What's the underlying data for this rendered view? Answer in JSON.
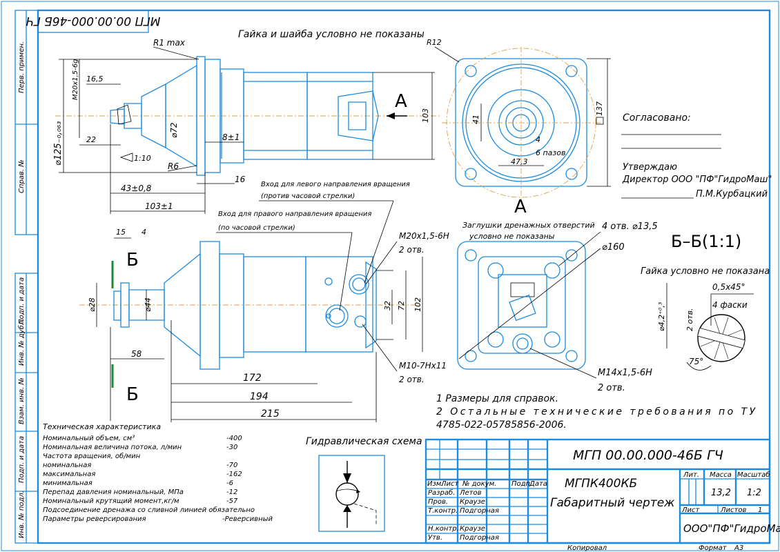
{
  "frame": {
    "doc_code_rotated": "МГП 00.00.000-46Б ГЧ",
    "side_labels": [
      "Перв. примен.",
      "Справ. №",
      "Подп. и дата",
      "Инв. № дубл.",
      "Взам. инв. №",
      "Подп. и дата",
      "Инв. № подл."
    ]
  },
  "notes": {
    "nut_washer": "Гайка и шайба условно не показаны",
    "nut_only": "Гайка условно не показана",
    "plugs_line1": "Заглушки дренажных отверстий",
    "plugs_line2": "условно не показаны",
    "left_inlet_line1": "Вход для левого направления вращения",
    "left_inlet_line2": "(против часовой стрелки)",
    "right_inlet_line1": "Вход для правого направления вращения",
    "right_inlet_line2": "(по часовой стрелки)",
    "agreed": "Согласовано:",
    "approve": "Утверждаю",
    "director": "Директор ООО \"ПФ\"ГидроМаш\"",
    "signer": "П.М.Курбацкий",
    "req1": "1 Размеры для справок.",
    "req2": "2 Остальные технические требования по ТУ",
    "req3": "4785-022-05785856-2006."
  },
  "view_labels": {
    "a1": "А",
    "a2": "А",
    "b1": "Б",
    "b2": "Б",
    "section": "Б–Б(1:1)"
  },
  "dims": {
    "r1": "R1 max",
    "m20": "M20x1,5-6g",
    "d165": "16,5",
    "d125": "⌀125₋₀,₀₆₃",
    "d22": "22",
    "taper": "1:10",
    "d72": "⌀72",
    "r6": "R6",
    "d8": "8±1",
    "d16": "16",
    "d43": "43±0,8",
    "d103": "103±1",
    "d103v": "103",
    "r12": "R12",
    "d137": "137",
    "d41": "41",
    "d4": "4",
    "pazov": "6 пазов",
    "d473": "47,3",
    "d15": "15",
    "d4b": "4",
    "d28": "⌀28",
    "d44": "⌀44",
    "d58": "58",
    "m20h": "M20x1,5-6H",
    "otv2a": "2 отв.",
    "d32": "32",
    "d72v": "72",
    "d102": "102",
    "m10": "M10-7Hx11",
    "otv2b": "2 отв.",
    "d172": "172",
    "d194": "194",
    "d215": "215",
    "otv4": "4 отв. ⌀13,5",
    "d160": "⌀160",
    "m14": "M14x1,5-6H",
    "otv2c": "2 отв.",
    "d42": "⌀4,2⁺⁰,³",
    "otv2d": "2 отв.",
    "ch": "0,5x45°",
    "fac": "4 фаски",
    "a75": "75°"
  },
  "spec": {
    "title": "Техническая характеристика",
    "rows": [
      {
        "label": "Номинальный объем, см³",
        "value": "-400"
      },
      {
        "label": "Номинальная величина потока, л/мин",
        "value": "-30"
      },
      {
        "label": "Частота вращения, об/мин",
        "value": ""
      },
      {
        "label": "номинальная",
        "value": "-70"
      },
      {
        "label": "максимальная",
        "value": "-162"
      },
      {
        "label": "минимальная",
        "value": "-6"
      },
      {
        "label": "Перепад давления номинальный, МПа",
        "value": "-12"
      },
      {
        "label": "Номинальный крутящий момент,кг/м",
        "value": "-57"
      },
      {
        "label": "Подсоединение дренажа со сливной линией обязательно",
        "value": ""
      },
      {
        "label": "Параметры реверсирования",
        "value": "-Реверсивный"
      }
    ]
  },
  "hydro_title": "Гидравлическая схема",
  "title_block": {
    "code": "МГП 00.00.000-46Б ГЧ",
    "name1": "МГПК400КБ",
    "name2": "Габаритный чертеж",
    "hdr": [
      "Изм.",
      "Лист",
      "№ докум.",
      "Подп.",
      "Дата"
    ],
    "roles": [
      {
        "role": "Разраб.",
        "name": "Летов"
      },
      {
        "role": "Пров.",
        "name": "Краузе"
      },
      {
        "role": "Т.контр.",
        "name": "Подгорная"
      },
      {
        "role": "Н.контр.",
        "name": "Краузе"
      },
      {
        "role": "Утв.",
        "name": "Подгорная"
      }
    ],
    "lit": "Лит.",
    "mass_h": "Масса",
    "scale_h": "Масштаб",
    "mass": "13,2",
    "scale": "1:2",
    "sheet": "Лист",
    "sheets": "Листов",
    "sheets_n": "1",
    "company": "ООО\"ПФ\"ГидроМаш\"",
    "copied": "Копировал",
    "format": "Формат",
    "format_v": "А3"
  }
}
